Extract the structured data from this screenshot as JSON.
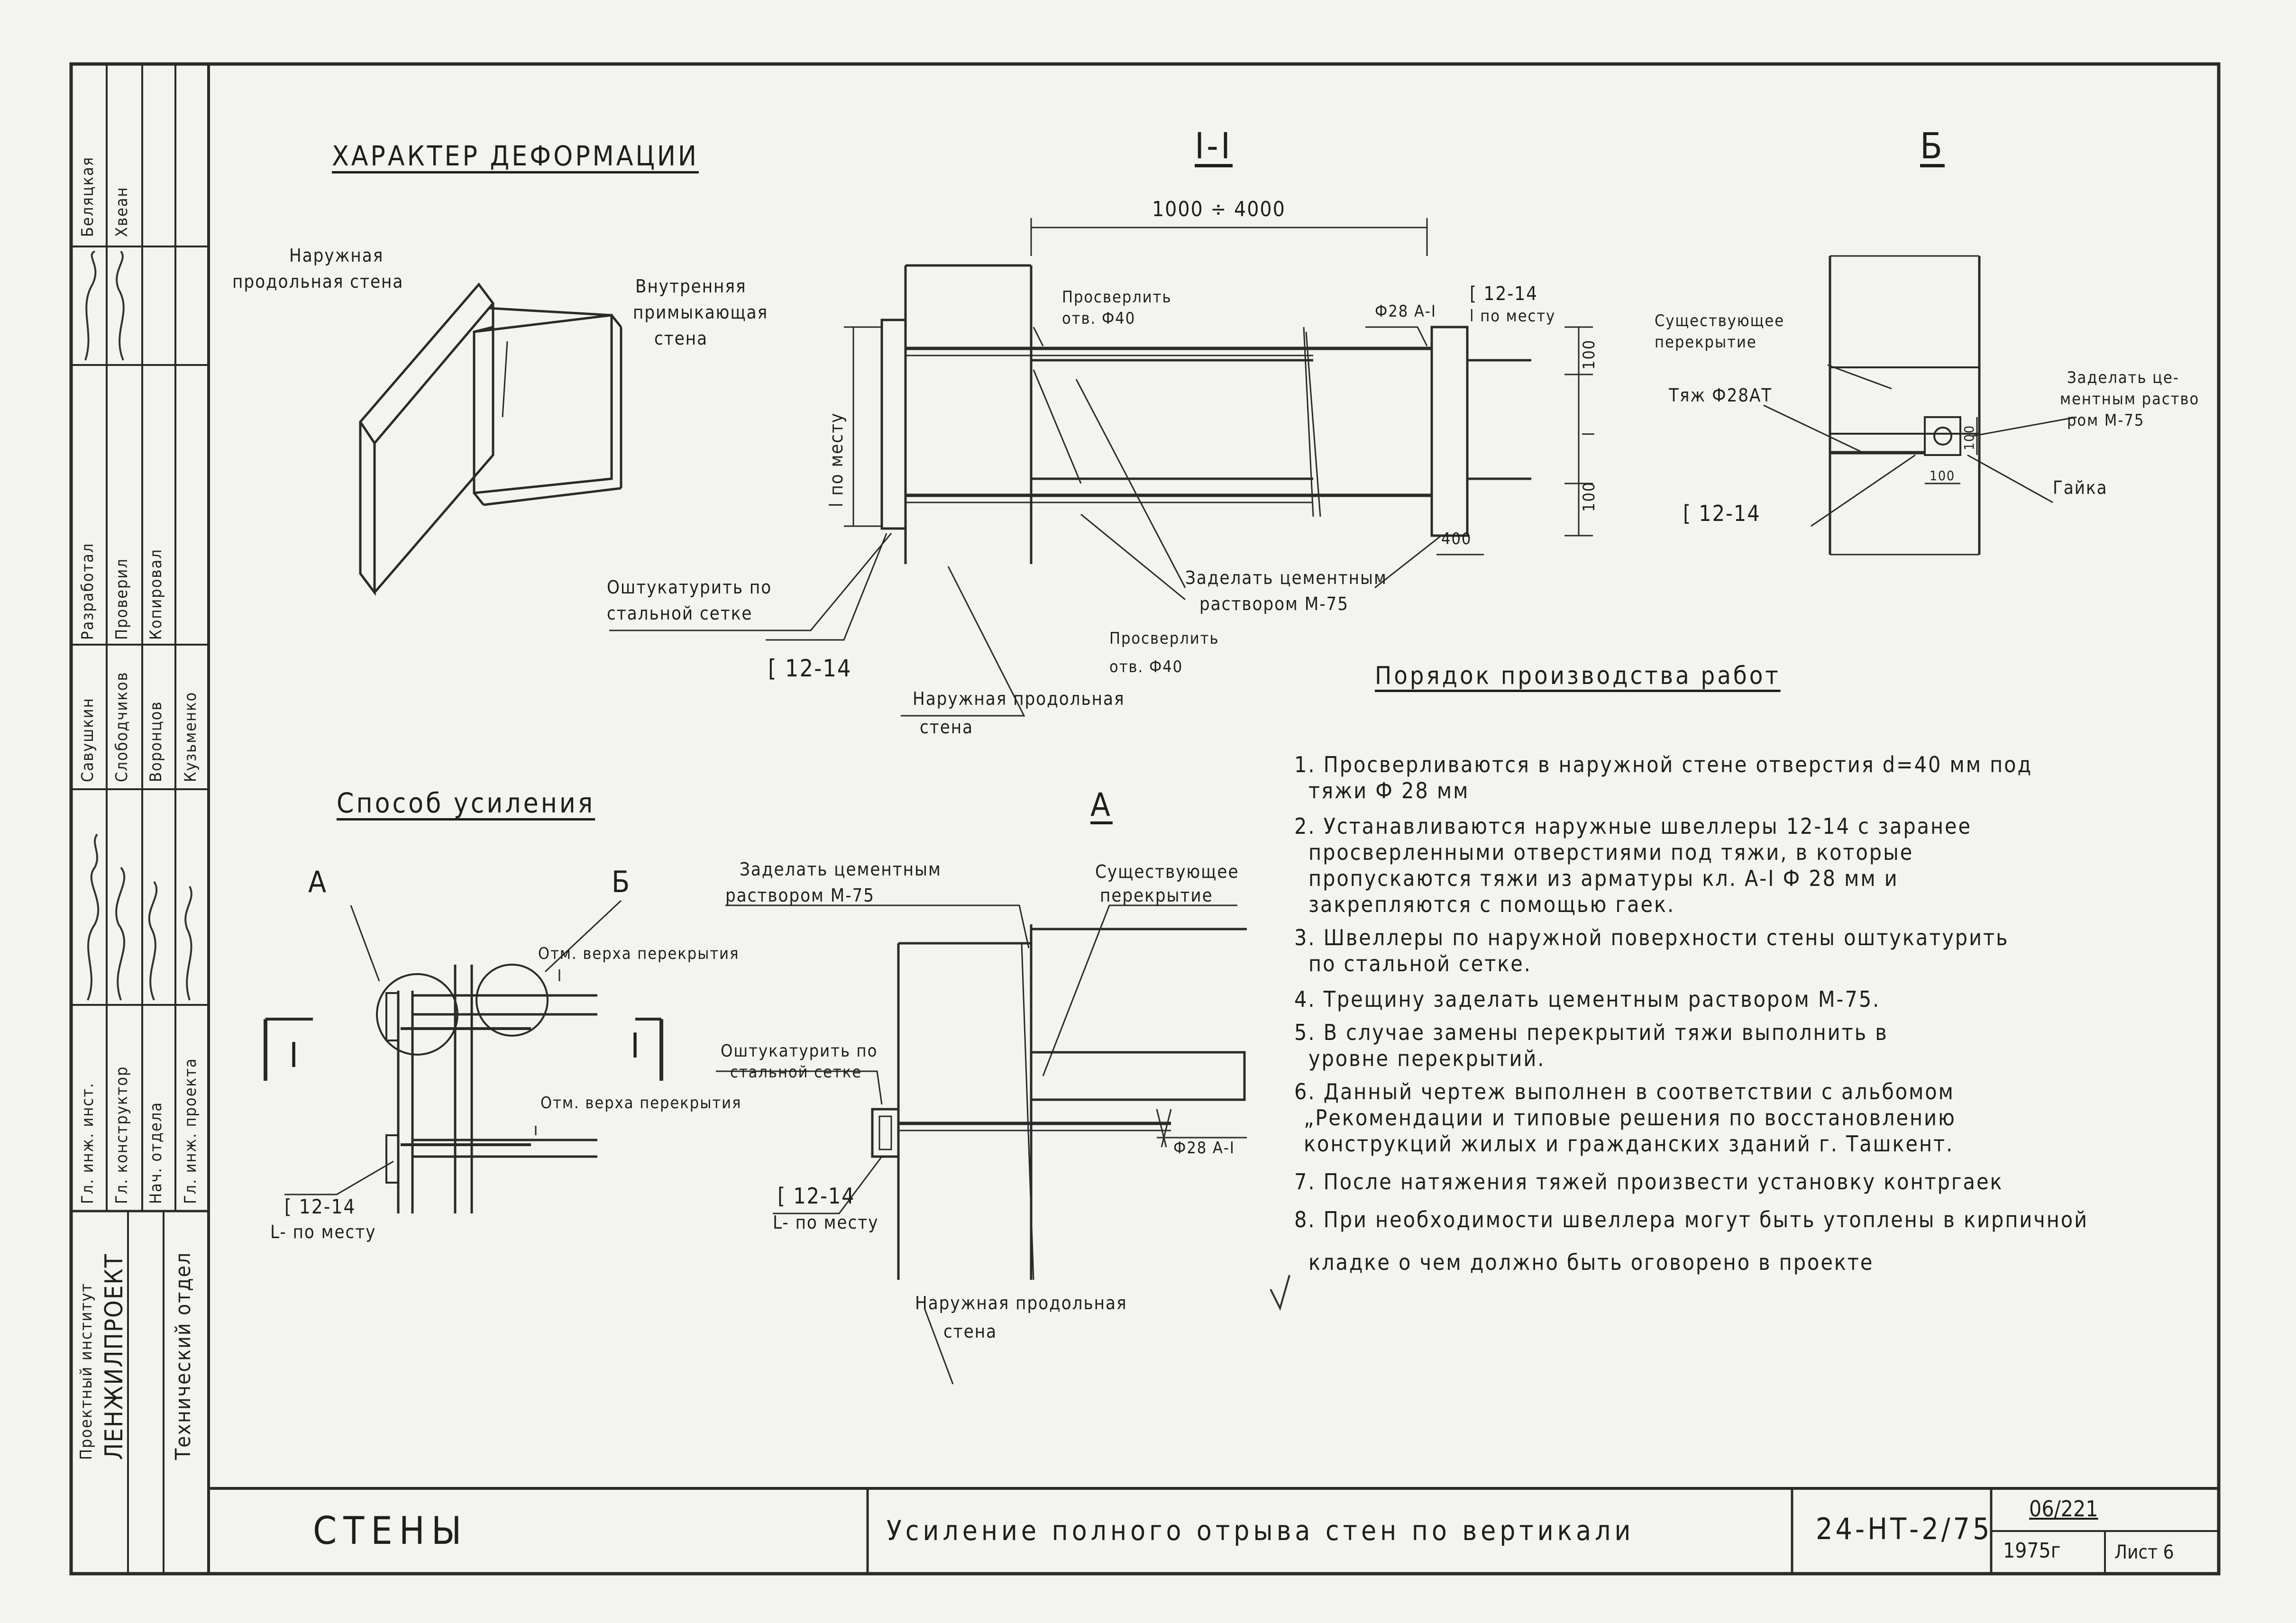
{
  "stamp": {
    "org_line1": "Проектный институт",
    "org_line2": "ЛЕНЖИЛПРОЕКТ",
    "dept": "Технический отдел",
    "roles": [
      "Гл. инж. инст.",
      "Гл. конструктор",
      "Нач. отдела",
      "Гл. инж. проекта",
      "Разработал",
      "Проверил",
      "Копировал"
    ],
    "names": [
      "Савушкин",
      "Слободчиков",
      "Воронцов",
      "Кузьменко",
      "Беляцкая",
      "Хвеан"
    ]
  },
  "sections": {
    "deformation": "ХАРАКТЕР ДЕФОРМАЦИИ",
    "section_1": "I-I",
    "view_b": "Б",
    "reinforcement": "Способ усиления",
    "view_a": "А",
    "works_order": "Порядок производства работ"
  },
  "deformation_labels": {
    "outer_wall": [
      "Наружная",
      "продольная стена"
    ],
    "inner_wall": [
      "Внутренняя",
      "примыкающая",
      "стена"
    ]
  },
  "section_1_labels": {
    "dim_top": "1000 ÷ 4000",
    "drill_top": [
      "Просверлить",
      "отв. Ф40"
    ],
    "bar": "Ф28 А-I",
    "channel_top": [
      "[ 12-14",
      "l по месту"
    ],
    "dim_100_top": "100",
    "dim_l": "l",
    "dim_100_bottom": "100",
    "dim_400": "400",
    "l_po_mestu": "l по месту",
    "plaster": [
      "Оштукатурить по",
      "стальной сетке"
    ],
    "seal": [
      "Заделать цементным",
      "раствором М-75"
    ],
    "drill_bottom": [
      "Просверлить",
      "отв. Ф40"
    ],
    "channel_bottom": "[ 12-14",
    "outer_wall": [
      "Наружная продольная",
      "стена"
    ]
  },
  "view_b_labels": {
    "slab": [
      "Существующее",
      "перекрытие"
    ],
    "rod": "Тяж Ф28АТ",
    "seal": [
      "Заделать це-",
      "ментным раство",
      "ром М-75"
    ],
    "nut": "Гайка",
    "channel": "[ 12-14",
    "dim_100_h": "100",
    "dim_100_v": "100"
  },
  "reinforcement_labels": {
    "callout_a": "А",
    "callout_b": "Б",
    "top_level": "Отм. верха перекрытия",
    "mid_level": "Отм. верха перекрытия",
    "cut_left": "I",
    "cut_right": "I",
    "channel": "[ 12-14",
    "l_po_mestu": "L- по месту"
  },
  "view_a_labels": {
    "seal": [
      "Заделать цементным",
      "раствором М-75"
    ],
    "slab": [
      "Существующее",
      "перекрытие"
    ],
    "plaster": [
      "Оштукатурить по",
      "стальной сетке"
    ],
    "bar": "Ф28 А-I",
    "channel": "[ 12-14",
    "l_po_mestu": "L- по месту",
    "outer_wall": [
      "Наружная продольная",
      "стена"
    ]
  },
  "notes": [
    "1. Просверливаются в наружной стене отверстия d=40 мм под",
    "тяжи Ф 28 мм",
    "2. Устанавливаются наружные швеллеры 12-14 с заранее",
    "просверленными отверстиями под тяжи, в которые",
    "пропускаются тяжи из арматуры кл. А-I Ф 28 мм и",
    "закрепляются с помощью гаек.",
    "3. Швеллеры по наружной поверхности стены оштукатурить",
    "по стальной сетке.",
    "4. Трещину заделать цементным раствором М-75.",
    "5. В случае замены перекрытий тяжи выполнить в",
    "уровне перекрытий.",
    "6. Данный чертеж выполнен в соответствии с альбомом",
    "„Рекомендации и типовые решения по восстановлению",
    "конструкций жилых и гражданских зданий г. Ташкент.",
    "7. После натяжения тяжей произвести установку контргаек",
    "8. При необходимости швеллера могут быть утоплены в кирпичной",
    "кладке о чем должно быть оговорено в проекте"
  ],
  "title_block": {
    "section": "СТЕНЫ",
    "title": "Усиление полного отрыва стен по вертикали",
    "code": "24-НТ-2/75",
    "sheet_no": "06/221",
    "year": "1975г",
    "sheet_label": "Лист 6"
  }
}
